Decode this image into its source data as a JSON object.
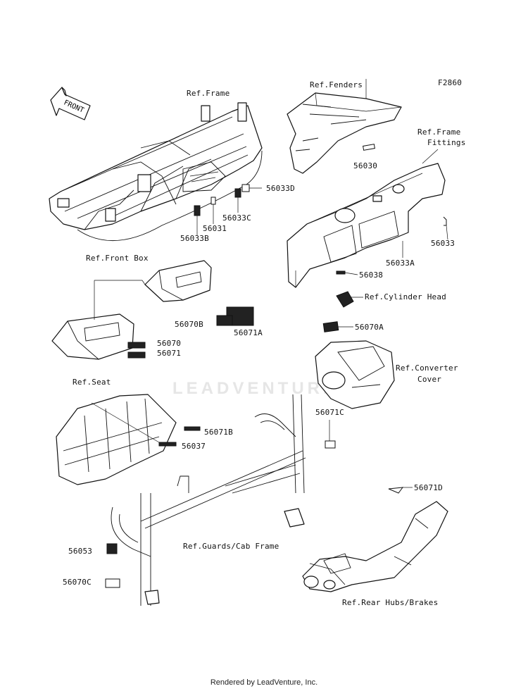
{
  "figure_code": "F2860",
  "front_arrow_label": "FRONT",
  "watermark": "LEADVENTURE",
  "footer": "Rendered by LeadVenture, Inc.",
  "callouts": {
    "ref_frame": "Ref.Frame",
    "ref_fenders": "Ref.Fenders",
    "ref_frame_fittings_1": "Ref.Frame",
    "ref_frame_fittings_2": "Fittings",
    "ref_front_box": "Ref.Front Box",
    "ref_cylinder_head": "Ref.Cylinder Head",
    "ref_converter_cover_1": "Ref.Converter",
    "ref_converter_cover_2": "Cover",
    "ref_seat": "Ref.Seat",
    "ref_guards_cab_frame": "Ref.Guards/Cab Frame",
    "ref_rear_hubs_brakes": "Ref.Rear Hubs/Brakes"
  },
  "parts": {
    "p56030": "56030",
    "p56033D": "56033D",
    "p56031": "56031",
    "p56033C": "56033C",
    "p56033B": "56033B",
    "p56033": "56033",
    "p56033A": "56033A",
    "p56038": "56038",
    "p56070B": "56070B",
    "p56071A": "56071A",
    "p56070": "56070",
    "p56071": "56071",
    "p56070A": "56070A",
    "p56071C": "56071C",
    "p56071B": "56071B",
    "p56037": "56037",
    "p56071D": "56071D",
    "p56053": "56053",
    "p56070C": "56070C"
  }
}
